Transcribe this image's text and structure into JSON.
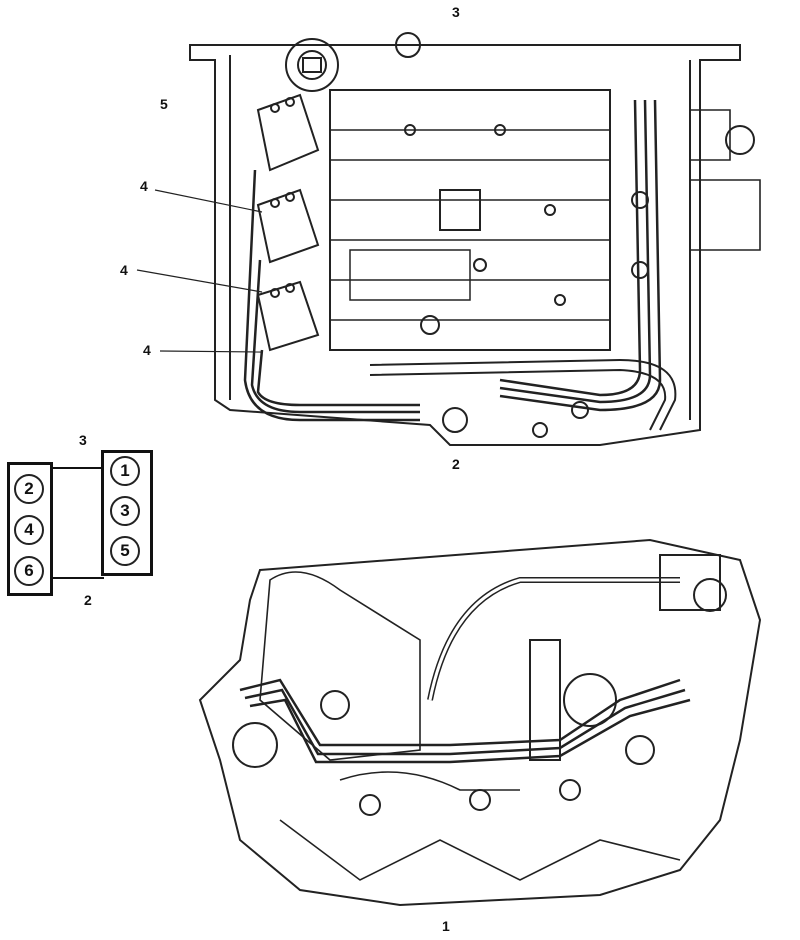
{
  "top_view": {
    "label_top": "3",
    "label_bottom": "2",
    "label_coil_pack": "5",
    "label_coils": [
      "4",
      "4",
      "4"
    ]
  },
  "cylinder_diagram": {
    "label_top": "3",
    "label_bottom": "2",
    "left_bank": [
      "2",
      "4",
      "6"
    ],
    "right_bank": [
      "1",
      "3",
      "5"
    ]
  },
  "front_view": {
    "label_bottom": "1"
  }
}
